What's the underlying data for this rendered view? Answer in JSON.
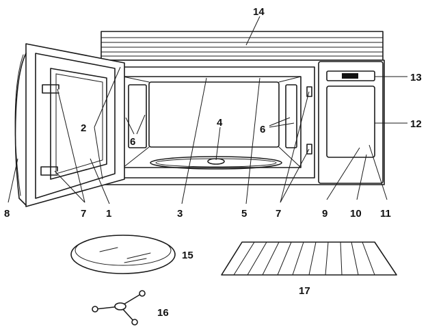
{
  "callouts": [
    {
      "id": "c1",
      "label": "1"
    },
    {
      "id": "c2",
      "label": "2"
    },
    {
      "id": "c3",
      "label": "3"
    },
    {
      "id": "c4",
      "label": "4"
    },
    {
      "id": "c5",
      "label": "5"
    },
    {
      "id": "c6a",
      "label": "6"
    },
    {
      "id": "c6b",
      "label": "6"
    },
    {
      "id": "c7a",
      "label": "7"
    },
    {
      "id": "c7b",
      "label": "7"
    },
    {
      "id": "c8",
      "label": "8"
    },
    {
      "id": "c9",
      "label": "9"
    },
    {
      "id": "c10",
      "label": "10"
    },
    {
      "id": "c11",
      "label": "11"
    },
    {
      "id": "c12",
      "label": "12"
    },
    {
      "id": "c13",
      "label": "13"
    },
    {
      "id": "c14",
      "label": "14"
    },
    {
      "id": "c15",
      "label": "15"
    },
    {
      "id": "c16",
      "label": "16"
    },
    {
      "id": "c17",
      "label": "17"
    }
  ],
  "colors": {
    "line": "#1a1a1a",
    "background": "#ffffff"
  }
}
